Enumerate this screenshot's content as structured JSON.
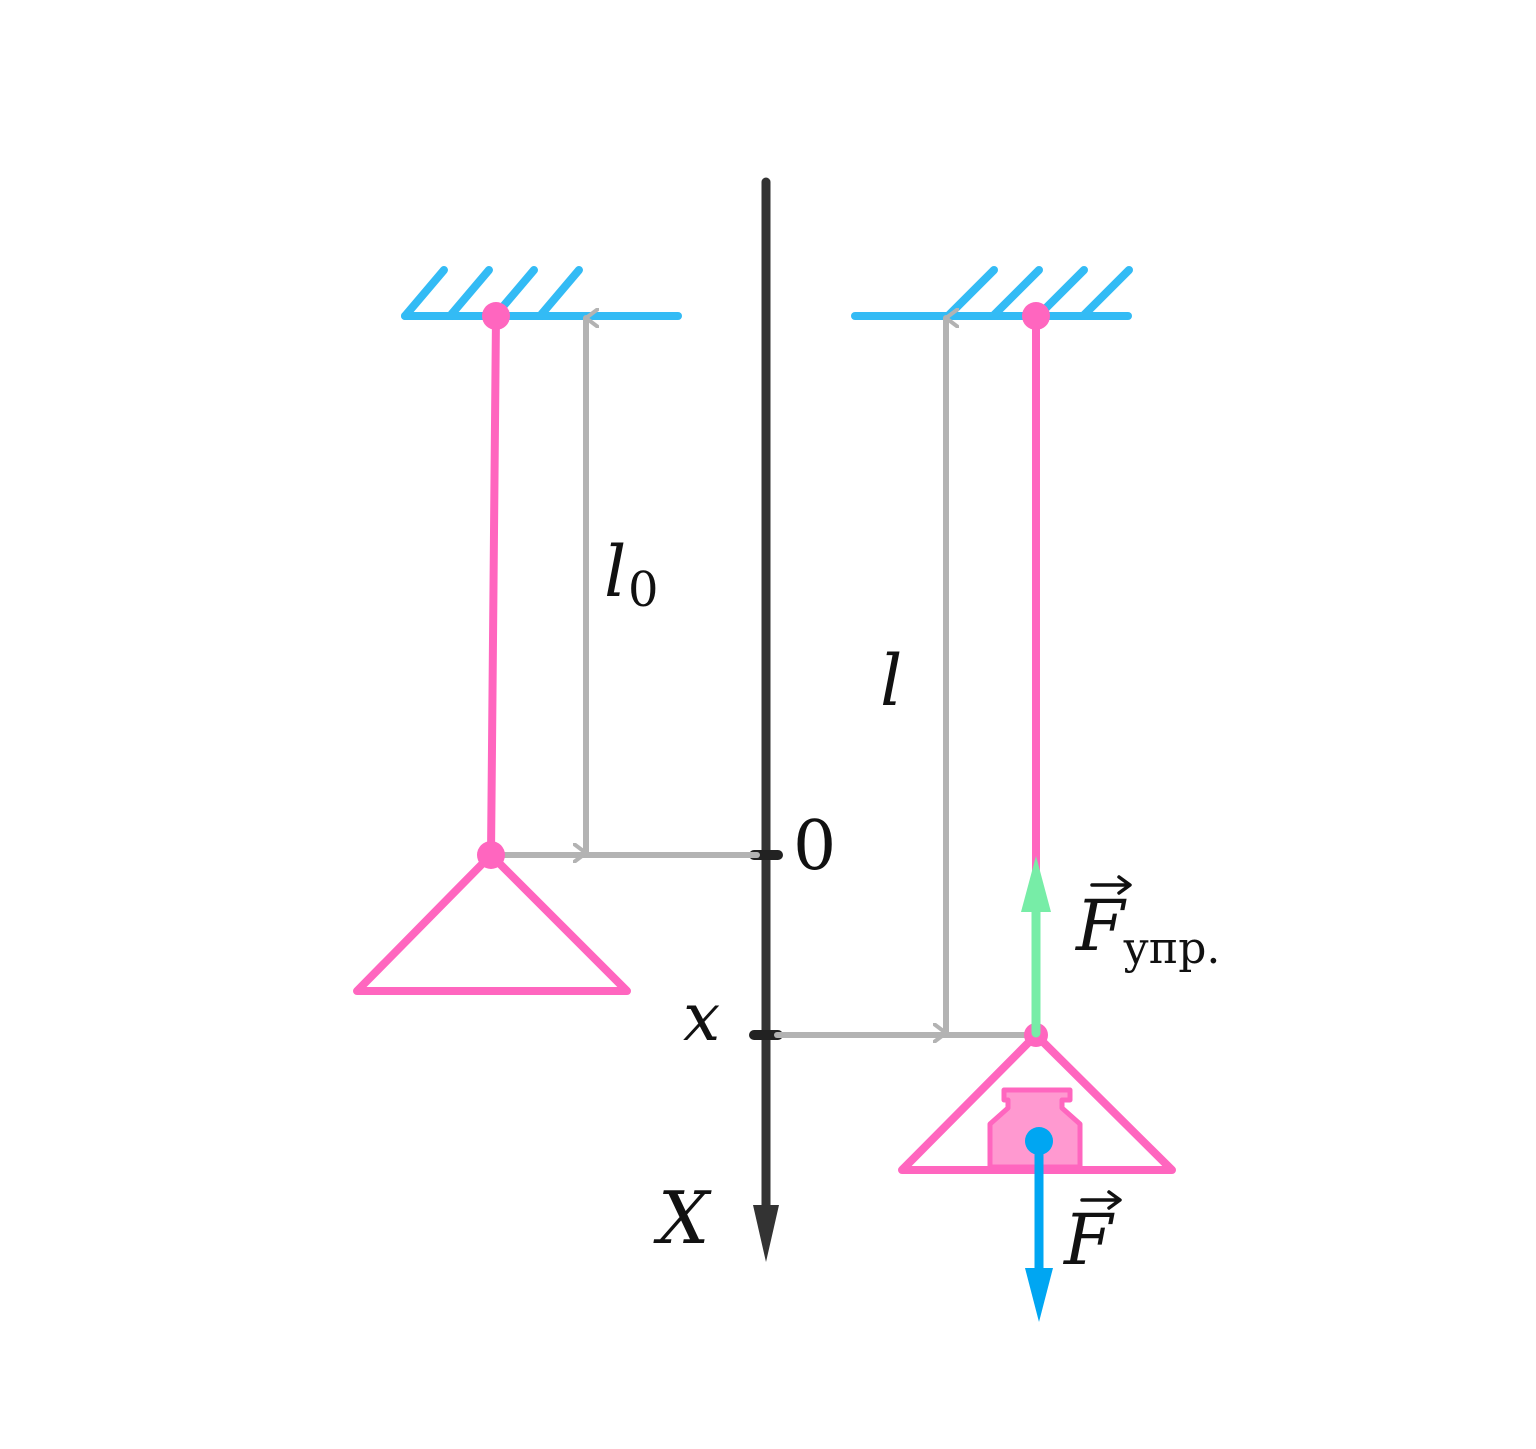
{
  "labels": {
    "l0_main": "l",
    "l0_sub": "0",
    "l": "l",
    "origin": "0",
    "x": "x",
    "axis": "X",
    "f_elastic_main": "F",
    "f_elastic_sub": "упр.",
    "f": "F"
  },
  "colors": {
    "ceiling": "#33BBF5",
    "spring": "#FF66BF",
    "axis": "#333333",
    "dimension": "#B3B3B3",
    "elastic_force": "#77EDA7",
    "gravity_force": "#00A6F2",
    "weight_fill": "#FF99D0"
  }
}
